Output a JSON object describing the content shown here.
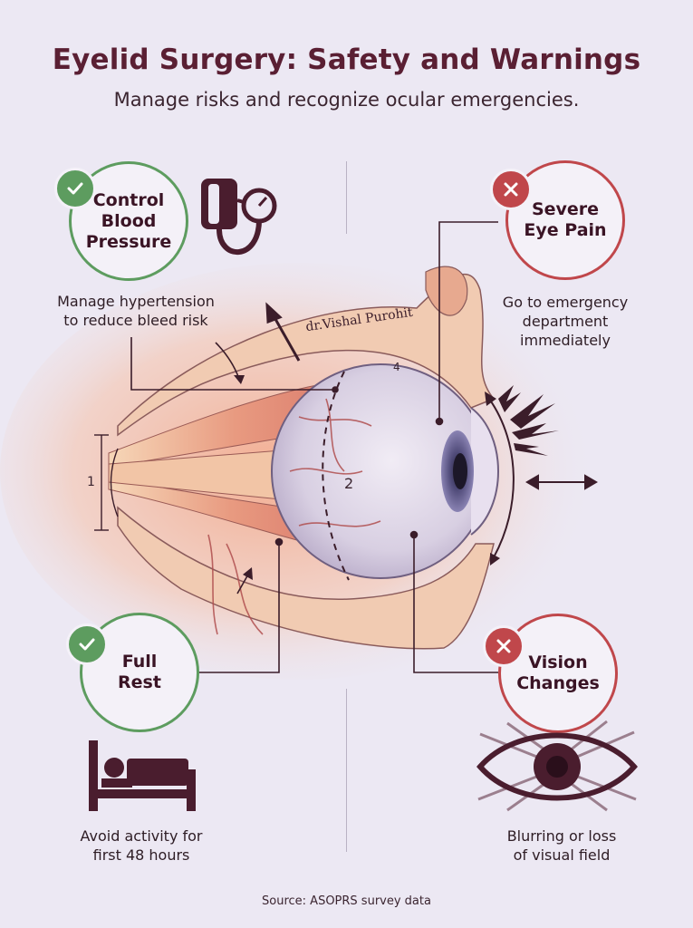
{
  "header": {
    "title": "Eyelid Surgery: Safety and Warnings",
    "subtitle": "Manage risks and recognize ocular emergencies."
  },
  "cards": {
    "blood_pressure": {
      "title": "Control\nBlood\nPressure",
      "text": "Manage hypertension\nto reduce bleed risk",
      "status": "check",
      "icon": "blood-pressure-cuff-icon",
      "color": "#5d9c5f"
    },
    "eye_pain": {
      "title": "Severe\nEye Pain",
      "text": "Go to emergency\ndepartment\nimmediately",
      "status": "cross",
      "icon": "pain-burst-icon",
      "color": "#c0474b"
    },
    "rest": {
      "title": "Full\nRest",
      "text": "Avoid activity for\nfirst 48 hours",
      "status": "check",
      "icon": "bed-icon",
      "color": "#5d9c5f"
    },
    "vision": {
      "title": "Vision\nChanges",
      "text": "Blurring or loss\nof visual field",
      "status": "cross",
      "icon": "blurred-eye-icon",
      "color": "#c0474b"
    }
  },
  "diagram": {
    "signature": "dr.Vishal Purohit",
    "label_1": "1",
    "label_2": "2",
    "label_4": "4",
    "icon": "eye-cross-section-illustration"
  },
  "footer": {
    "source": "Source: ASOPRS survey data"
  }
}
